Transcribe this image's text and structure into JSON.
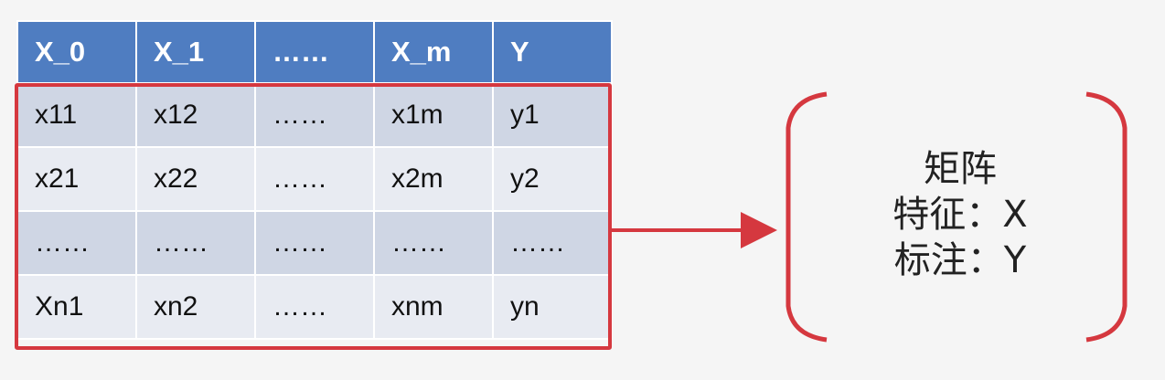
{
  "table": {
    "headers": [
      "X_0",
      "X_1",
      "……",
      "X_m",
      "Y"
    ],
    "rows": [
      [
        "x11",
        "x12",
        "……",
        "x1m",
        "y1"
      ],
      [
        "x21",
        "x22",
        "……",
        "x2m",
        "y2"
      ],
      [
        "……",
        "……",
        "……",
        "……",
        "……"
      ],
      [
        "Xn1",
        "xn2",
        "……",
        "xnm",
        "yn"
      ]
    ]
  },
  "bracket": {
    "line1": "矩阵",
    "line2": "特征：X",
    "line3": "标注：Y"
  },
  "colors": {
    "header_bg": "#4f7dc1",
    "row_dark": "#cfd6e4",
    "row_light": "#e8ebf2",
    "accent_red": "#d5383f"
  }
}
